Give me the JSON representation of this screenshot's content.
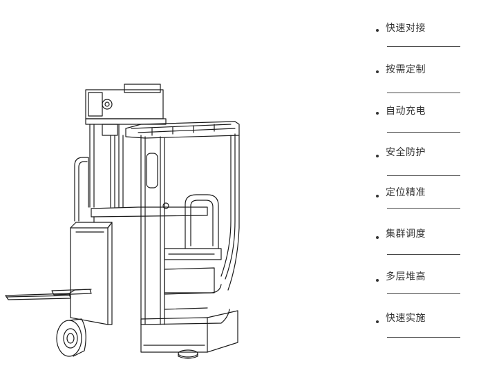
{
  "features": [
    {
      "label": "快速对接"
    },
    {
      "label": "按需定制"
    },
    {
      "label": "自动充电"
    },
    {
      "label": "安全防护"
    },
    {
      "label": "定位精准"
    },
    {
      "label": "集群调度"
    },
    {
      "label": "多层堆高"
    },
    {
      "label": "快速实施"
    }
  ],
  "colors": {
    "line_art": "#1a1a1a",
    "text": "#333333",
    "background": "#ffffff"
  }
}
